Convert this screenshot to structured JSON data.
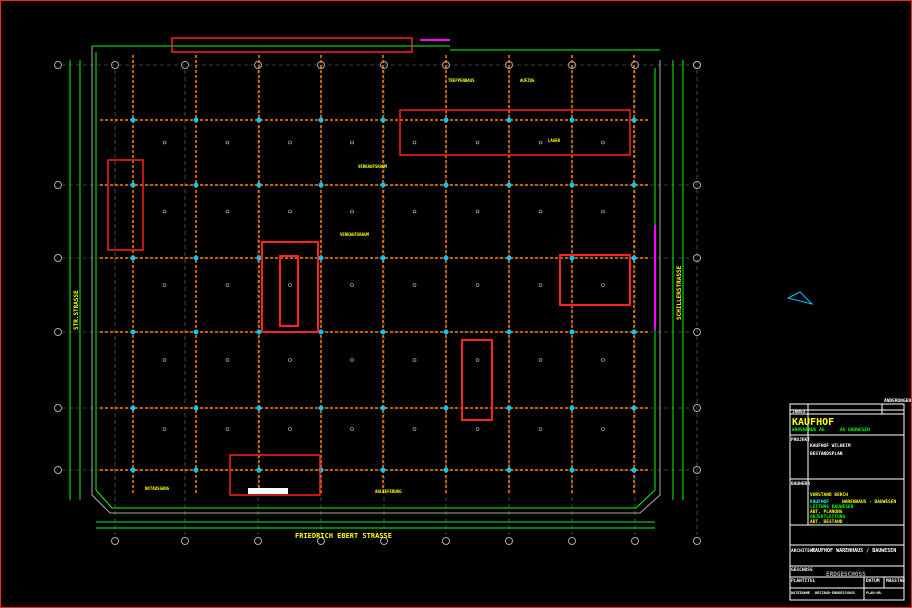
{
  "drawing": {
    "street_bottom": "FRIEDRICH EBERT STRASSE",
    "street_left": "STR.STRASSE",
    "street_right": "SCHILLERSTRASSE",
    "room_labels": [
      "VERKAUFSRAUM",
      "TREPPENHAUS",
      "AUFZUG",
      "NOTAUSGANG",
      "LAGER",
      "ANLIEFERUNG",
      "VERKAUFSRAUM"
    ]
  },
  "title_block": {
    "top_note": "ÄNDERUNGEN",
    "index_label": "INDEX",
    "company": "KAUFHOF",
    "company_sub": "WARENHAUS AG",
    "company_dept": "AG BAUWESEN",
    "project_label": "PROJEKT",
    "project_name": "KAUFHOF WILHEIM",
    "plan_type": "BESTANDSPLAN",
    "client_label": "BAUHERR",
    "client_line": "VORSTAND BERCH",
    "client_company": "KAUFHOF",
    "client_dept": "WARENHAUS · BAUWESEN",
    "contact1": "LEITUNG BAUWESEN",
    "contact1_sub": "ABT. PLANUNG",
    "contact2": "OBJEKTLEITUNG",
    "contact2_sub": "ABT. BESTAND",
    "architect_label": "ARCHITEKT",
    "architect_name": "KAUFHOF WARENHAUS / BAUWESEN",
    "floor_label": "GESCHOSS",
    "floor_value": "ERDGESCHOSS",
    "plan_title_label": "PLANTITEL",
    "date_label": "DATUM",
    "scale_label": "MASSTAB",
    "file_label": "DATEINAME",
    "file_value": "BESTAND-ERDGESCHOSS",
    "plan_no": "PLAN-NR."
  },
  "colors": {
    "background": "#000000",
    "wall": "#ff2020",
    "grid": "#ff7f00",
    "axis": "#00ff00",
    "text": "#ffff00",
    "column": "#00c8ff",
    "pink": "#ff00ff"
  }
}
